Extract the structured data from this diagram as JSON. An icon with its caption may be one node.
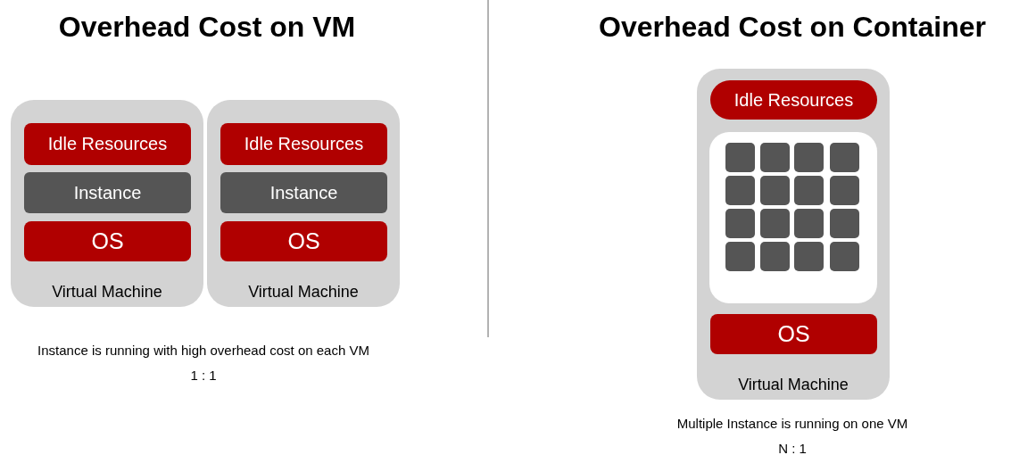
{
  "diagram": {
    "nodes": [
      {
        "text": [
          "Virtual Machine"
        ]
      },
      {
        "text": [
          "Idle Resources"
        ],
        "in": 0
      },
      {
        "text": [
          "Instance"
        ],
        "in": 0
      },
      {
        "text": [
          "OS"
        ],
        "in": 0
      },
      {
        "text": [
          "Virtual Machine"
        ]
      },
      {
        "text": [
          "Idle Resources"
        ],
        "in": 4
      },
      {
        "text": [
          "Instance"
        ],
        "in": 4
      },
      {
        "text": [
          "OS"
        ],
        "in": 4
      },
      {
        "text": [
          "Virtual Machine"
        ]
      },
      {
        "text": [
          "Idle Resources"
        ],
        "in": 8
      },
      {
        "text": [],
        "shape": "box",
        "in": 8
      },
      {
        "text": [],
        "shape": "box",
        "in": 10
      },
      {
        "text": [],
        "shape": "box",
        "in": 10
      },
      {
        "text": [],
        "shape": "box",
        "in": 10
      },
      {
        "text": [],
        "shape": "box",
        "in": 10
      },
      {
        "text": [],
        "shape": "box",
        "in": 10
      },
      {
        "text": [],
        "shape": "box",
        "in": 10
      },
      {
        "text": [],
        "shape": "box",
        "in": 10
      },
      {
        "text": [],
        "shape": "box",
        "in": 10
      },
      {
        "text": [],
        "shape": "box",
        "in": 10
      },
      {
        "text": [],
        "shape": "box",
        "in": 10
      },
      {
        "text": [],
        "shape": "box",
        "in": 10
      },
      {
        "text": [],
        "shape": "box",
        "in": 10
      },
      {
        "text": [],
        "shape": "box",
        "in": 10
      },
      {
        "text": [],
        "shape": "box",
        "in": 10
      },
      {
        "text": [],
        "shape": "box",
        "in": 10
      },
      {
        "text": [],
        "shape": "box",
        "in": 10
      },
      {
        "text": [
          "OS"
        ],
        "in": 8
      }
    ],
    "labels": [
      "Overhead Cost on VM",
      "Overhead Cost on Container",
      "Instance is running with high overhead cost on each VM",
      "1 : 1",
      "Multiple Instance is running on one VM",
      "N : 1"
    ]
  }
}
